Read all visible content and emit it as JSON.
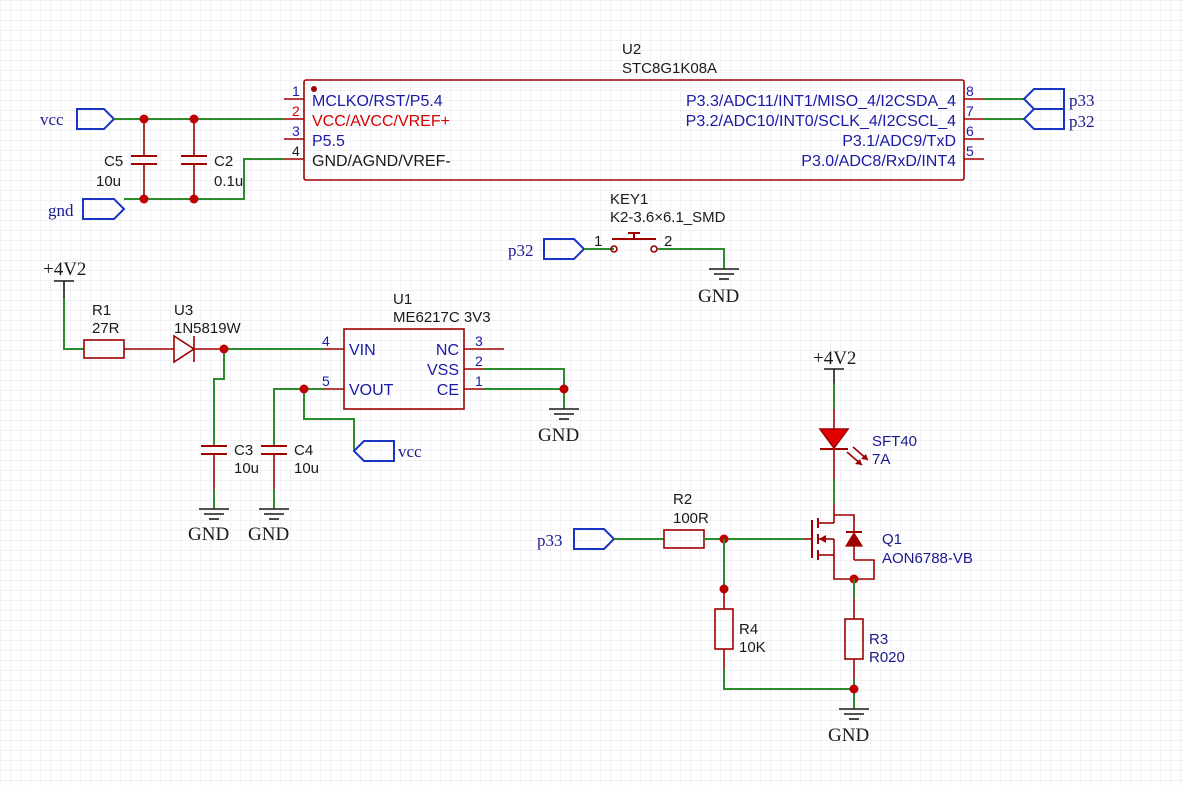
{
  "colors": {
    "wire": "#2a8c2a",
    "body": "#a00000",
    "pin_text": "#1a1aa8",
    "label_text": "#1a1a8c",
    "ref_text": "#1a1a1a",
    "net_port": "#1a34c8",
    "vcc_pin": "#d40000",
    "led_fill": "#e00000",
    "grid": "#e6e6ec"
  },
  "u2": {
    "ref": "U2",
    "value": "STC8G1K08A",
    "pins_left": [
      {
        "num": "1",
        "name": "MCLKO/RST/P5.4"
      },
      {
        "num": "2",
        "name": "VCC/AVCC/VREF+"
      },
      {
        "num": "3",
        "name": "P5.5"
      },
      {
        "num": "4",
        "name": "GND/AGND/VREF-"
      }
    ],
    "pins_right": [
      {
        "num": "8",
        "name": "P3.3/ADC11/INT1/MISO_4/I2CSDA_4"
      },
      {
        "num": "7",
        "name": "P3.2/ADC10/INT0/SCLK_4/I2CSCL_4"
      },
      {
        "num": "6",
        "name": "P3.1/ADC9/TxD"
      },
      {
        "num": "5",
        "name": "P3.0/ADC8/RxD/INT4"
      }
    ]
  },
  "c5": {
    "ref": "C5",
    "value": "10u"
  },
  "c2": {
    "ref": "C2",
    "value": "0.1u"
  },
  "key1": {
    "ref": "KEY1",
    "value": "K2-3.6×6.1_SMD",
    "pin1": "1",
    "pin2": "2"
  },
  "r1": {
    "ref": "R1",
    "value": "27R"
  },
  "u3": {
    "ref": "U3",
    "value": "1N5819W"
  },
  "u1": {
    "ref": "U1",
    "value": "ME6217C 3V3",
    "pins": [
      {
        "num": "4",
        "name": "VIN"
      },
      {
        "num": "5",
        "name": "VOUT"
      },
      {
        "num": "3",
        "name": "NC"
      },
      {
        "num": "2",
        "name": "VSS"
      },
      {
        "num": "1",
        "name": "CE"
      }
    ]
  },
  "c3": {
    "ref": "C3",
    "value": "10u"
  },
  "c4": {
    "ref": "C4",
    "value": "10u"
  },
  "led": {
    "ref": "SFT40",
    "value": "7A"
  },
  "r2": {
    "ref": "R2",
    "value": "100R"
  },
  "q1": {
    "ref": "Q1",
    "value": "AON6788-VB"
  },
  "r4": {
    "ref": "R4",
    "value": "10K"
  },
  "r3": {
    "ref": "R3",
    "value": "R020"
  },
  "nets": {
    "vcc": "vcc",
    "gnd_port": "gnd",
    "p33": "p33",
    "p32": "p32",
    "gnd": "GND",
    "v42": "+4V2"
  }
}
